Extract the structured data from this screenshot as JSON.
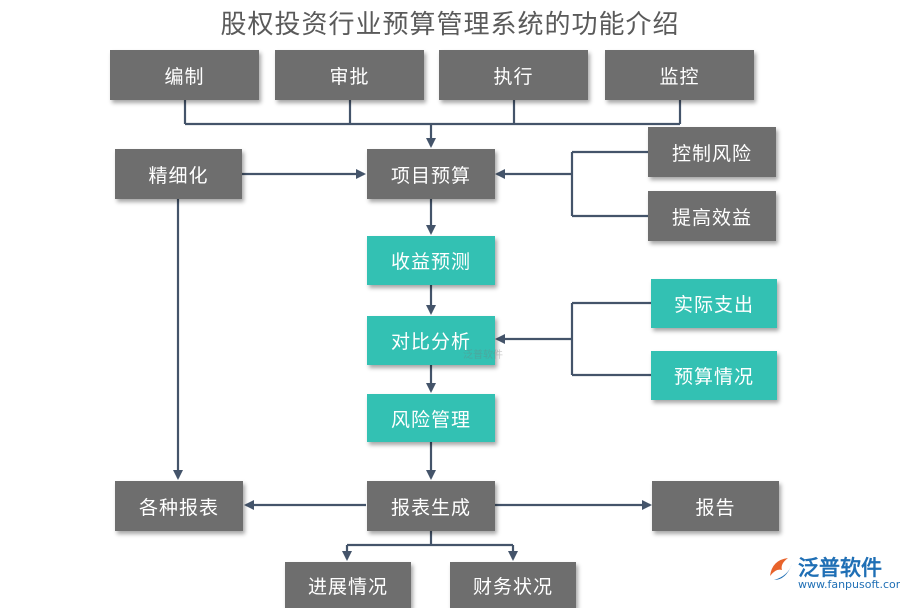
{
  "title": "股权投资行业预算管理系统的功能介绍",
  "nodes": {
    "bianzhi": "编制",
    "shenpi": "审批",
    "zhixing": "执行",
    "jiankong": "监控",
    "jingxihua": "精细化",
    "xiangmu_yusuan": "项目预算",
    "kongzhi_fengxian": "控制风险",
    "tigao_xiaoyi": "提高效益",
    "shouyi_yuce": "收益预测",
    "duibi_fenxi": "对比分析",
    "shiji_zhichu": "实际支出",
    "yusuan_qingkuang": "预算情况",
    "fengxian_guanli": "风险管理",
    "gezhong_baobiao": "各种报表",
    "baobiao_shengcheng": "报表生成",
    "baogao": "报告",
    "jinzhan_qingkuang": "进展情况",
    "caiwu_zhuangkuang": "财务状况"
  },
  "watermark": "泛普软件",
  "logo": {
    "name": "泛普软件",
    "url": "www.fanpusoft.com"
  },
  "colors": {
    "grey_box": "#6e6e6e",
    "teal_box": "#33c1b3",
    "connector": "#44546a"
  }
}
